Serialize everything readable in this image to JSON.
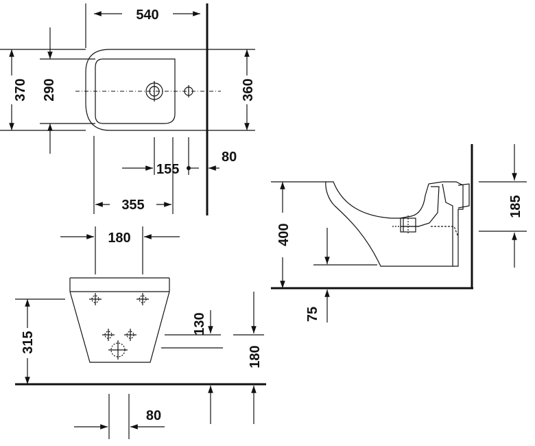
{
  "dimensions": {
    "top_width": "540",
    "top_depth_outer": "370",
    "top_depth_bowl": "290",
    "top_depth_right": "360",
    "wall_offset": "80",
    "tap_to_outlet": "155",
    "outlet_from_left": "355",
    "front_fixing_spacing": "180",
    "front_height": "315",
    "front_mid_height": "130",
    "front_lower": "180",
    "front_bottom_spacing": "80",
    "side_height": "400",
    "side_height_right": "185",
    "side_floor_offset": "75"
  },
  "colors": {
    "line": "#111111",
    "background": "#ffffff"
  }
}
